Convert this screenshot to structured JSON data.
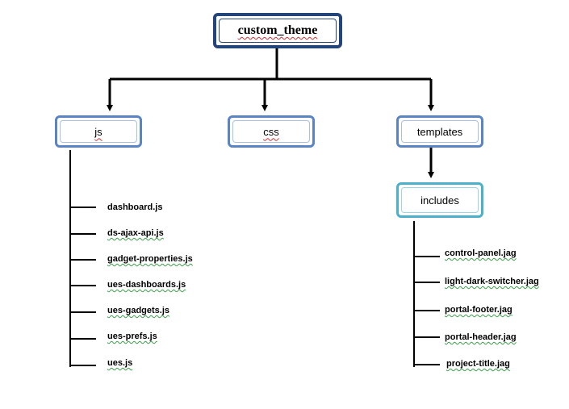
{
  "root": {
    "label": "custom_theme"
  },
  "folders": {
    "js": {
      "label": "js"
    },
    "css": {
      "label": "css"
    },
    "templates": {
      "label": "templates"
    },
    "includes": {
      "label": "includes"
    }
  },
  "js_files": [
    "dashboard.js",
    "ds-ajax-api.js",
    "gadget-properties.js",
    "ues-dashboards.js",
    "ues-gadgets.js",
    "ues-prefs.js",
    "ues.js"
  ],
  "include_files": [
    "control-panel.jag",
    "light-dark-switcher.jag",
    "portal-footer.jag",
    "portal-header.jag",
    "project-title.jag"
  ],
  "colors": {
    "root_border": "#24457a",
    "folder_border": "#5b84c4",
    "includes_border": "#4ab0cc",
    "connector": "#000000"
  }
}
